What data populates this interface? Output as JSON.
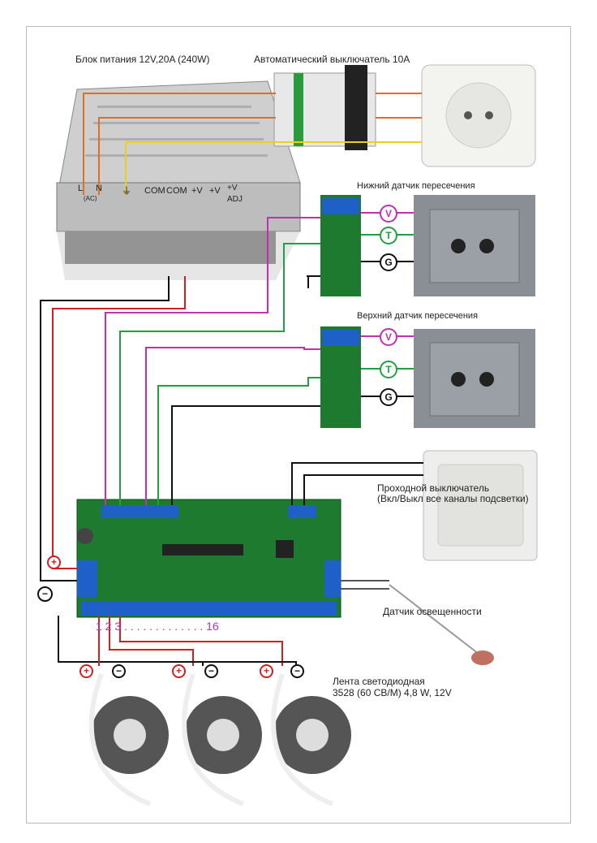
{
  "labels": {
    "power_supply": "Блок питания 12V,20A (240W)",
    "breaker": "Автоматический выключатель 10A",
    "lower_sensor": "Нижний датчик пересечения",
    "upper_sensor": "Верхний датчик пересечения",
    "switch_line1": "Проходной выключатель",
    "switch_line2": "(Вкл/Выкл все каналы подсветки)",
    "light_sensor": "Датчик освещенности",
    "led_line1": "Лента светодиодная",
    "led_line2": "3528 (60 СВ/М) 4,8 W, 12V",
    "channels": "1 2 3 . . . . . . . . . . . . . 16"
  },
  "psu_terminals": [
    "L",
    "N",
    "(AC)",
    "⏚",
    "COM",
    "COM",
    "+V",
    "+V",
    "+V ADJ"
  ],
  "sensor_pins": [
    "V",
    "T",
    "G"
  ],
  "polarity": {
    "plus": "+",
    "minus": "−"
  },
  "colors": {
    "phase": "#e07020",
    "neutral": "#e07020",
    "ground": "#e8d020",
    "positive": "#d02020",
    "negative": "#111111",
    "signal_v": "#c030b0",
    "signal_t": "#20a040",
    "board": "#1e7a2e",
    "terminal": "#1f5fc8"
  }
}
